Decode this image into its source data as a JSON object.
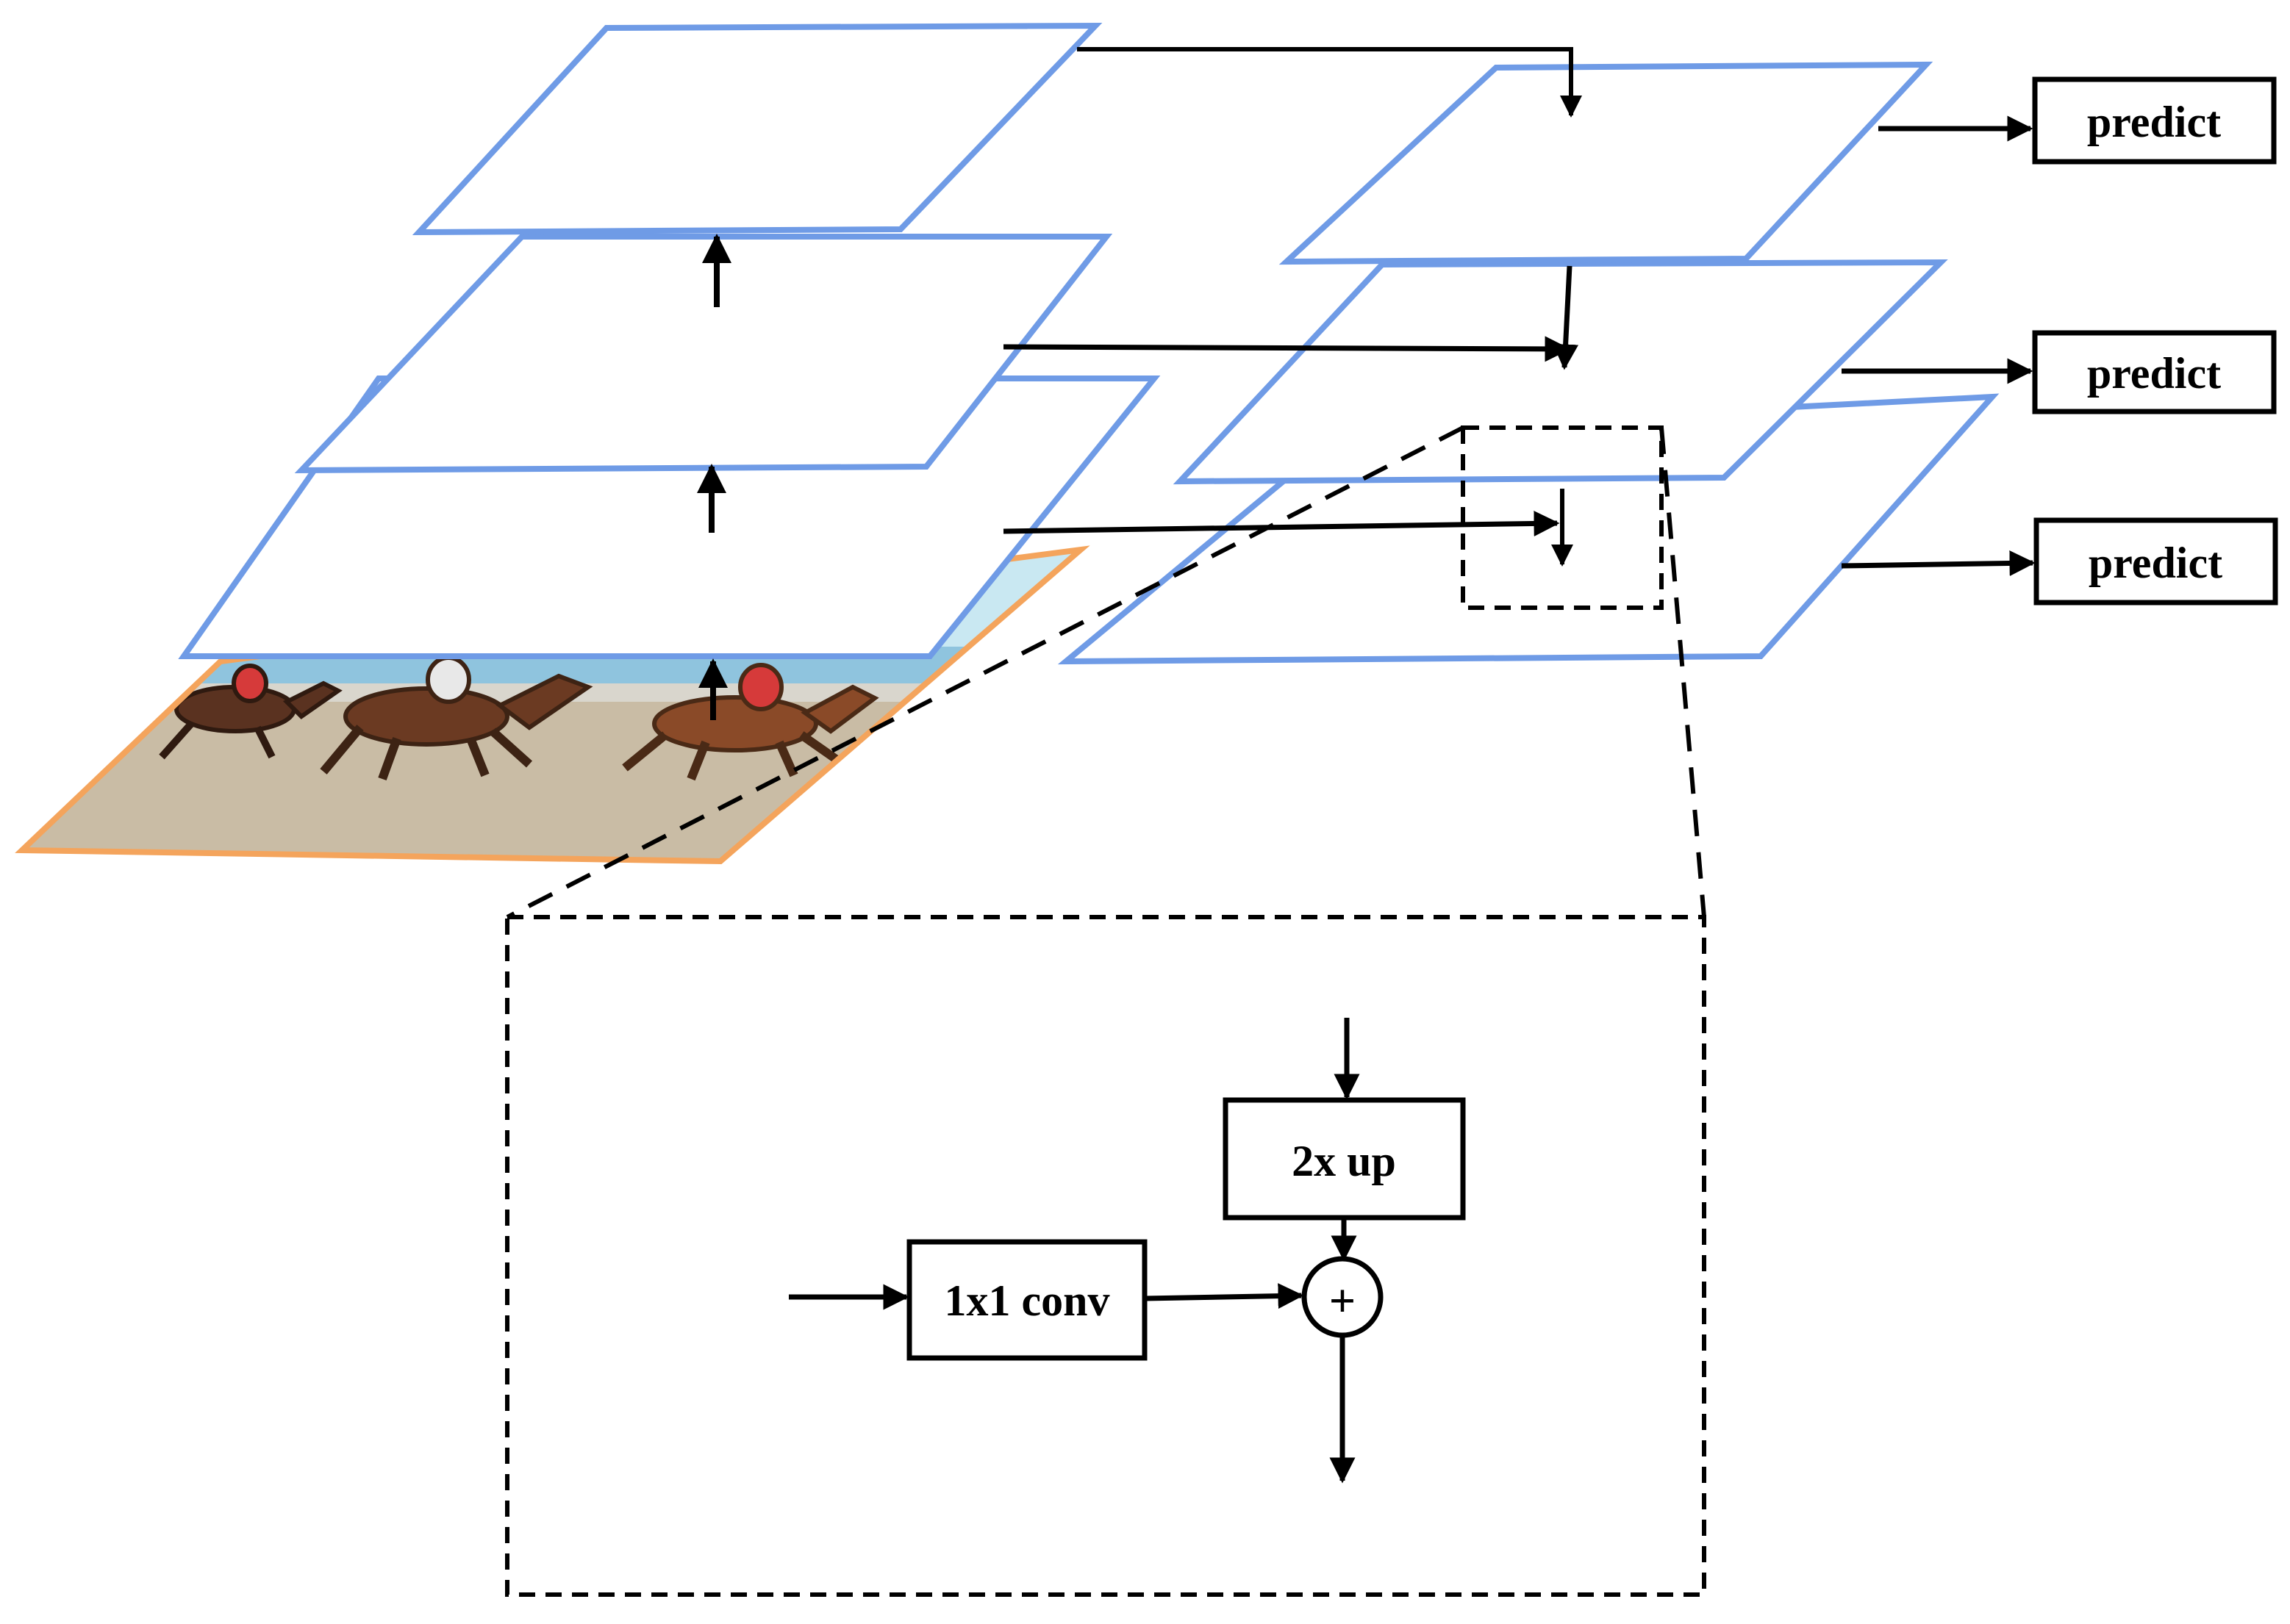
{
  "colors": {
    "feature_map_border": "#6f9be6",
    "image_border": "#f4a45c",
    "arrow": "#000000",
    "dashed_border": "#000000",
    "sky": "#c9e8f2",
    "sea": "#8fc4de",
    "sand": "#c9bca5"
  },
  "image": {
    "icon": "horse-racing-photo"
  },
  "predict_labels": [
    "predict",
    "predict",
    "predict"
  ],
  "detail": {
    "upsample_label": "2x up",
    "lateral_label": "1x1 conv",
    "sum_symbol": "+"
  }
}
